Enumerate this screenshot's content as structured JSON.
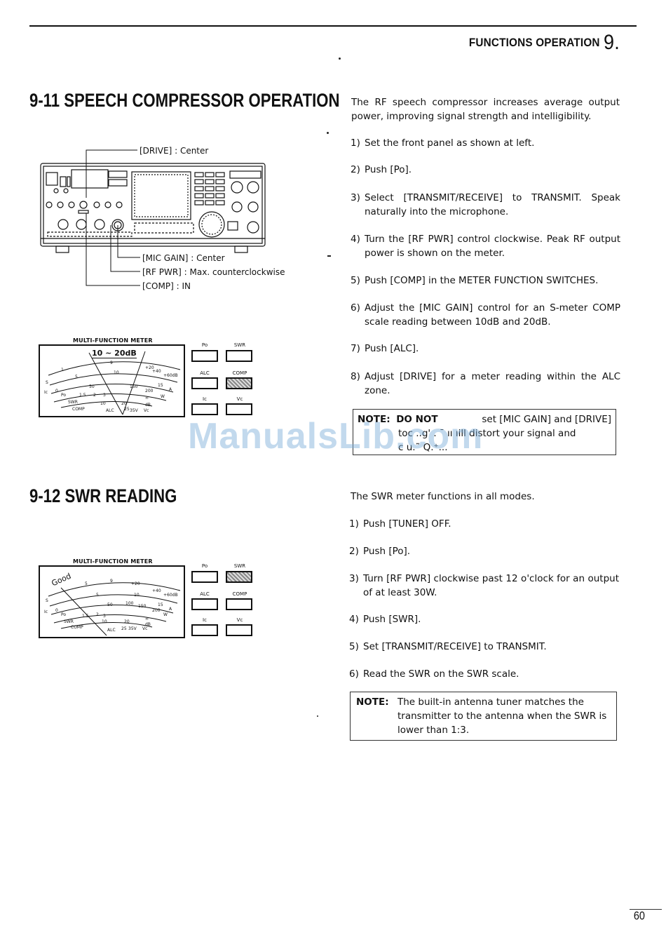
{
  "header": {
    "title": "FUNCTIONS OPERATION",
    "chapter": "9."
  },
  "section1": {
    "title": "9-11 SPEECH COMPRESSOR OPERATION",
    "intro": "The RF speech compressor increases average output power, improving signal strength and intelligibility.",
    "steps": [
      {
        "num": "1)",
        "text": "Set the front panel as shown at left."
      },
      {
        "num": "2)",
        "text": "Push [Po]."
      },
      {
        "num": "3)",
        "text": "Select [TRANSMIT/RECEIVE] to TRANSMIT. Speak naturally into the microphone."
      },
      {
        "num": "4)",
        "text": "Turn the [RF PWR] control clockwise. Peak RF output power is shown on the meter."
      },
      {
        "num": "5)",
        "text": "Push [COMP] in the METER FUNCTION SWITCHES."
      },
      {
        "num": "6)",
        "text": "Adjust the [MIC GAIN] control for an S-meter COMP scale reading between 10dB and 20dB."
      },
      {
        "num": "7)",
        "text": "Push [ALC]."
      },
      {
        "num": "8)",
        "text": "Adjust [DRIVE] for a meter reading within the ALC zone."
      }
    ],
    "note": {
      "label": "NOTE:",
      "bold_text": "DO NOT",
      "line1_rest": "set [MIC GAIN] and [DRIVE]",
      "line2": "toc ..g' . ¯ ıı ıill distort your signal and",
      "line3": "c u.˜ Q.⁺..."
    },
    "callouts": {
      "drive": "[DRIVE] : Center",
      "mic_gain": "[MIC GAIN] : Center",
      "rf_pwr": "[RF PWR] : Max. counterclockwise",
      "comp": "[COMP] : IN"
    },
    "meter": {
      "label": "MULTI-FUNCTION METER",
      "range_text": "10 ~ 20dB",
      "switches": [
        "Po",
        "SWR",
        "ALC",
        "COMP",
        "Ic",
        "Vc"
      ],
      "active_switch": "COMP"
    }
  },
  "section2": {
    "title": "9-12 SWR READING",
    "intro": "The SWR meter functions in all modes.",
    "steps": [
      {
        "num": "1)",
        "text": "Push [TUNER] OFF."
      },
      {
        "num": "2)",
        "text": "Push [Po]."
      },
      {
        "num": "3)",
        "text": "Turn [RF PWR] clockwise past 12 o'clock for an output of at least 30W."
      },
      {
        "num": "4)",
        "text": "Push [SWR]."
      },
      {
        "num": "5)",
        "text": "Set [TRANSMIT/RECEIVE] to TRANSMIT."
      },
      {
        "num": "6)",
        "text": "Read the SWR on the SWR scale."
      }
    ],
    "note": {
      "label": "NOTE:",
      "text": "The built-in antenna tuner matches the transmitter to the antenna when the SWR is lower than 1:3."
    },
    "meter": {
      "label": "MULTI-FUNCTION METER",
      "good_text": "Good",
      "switches": [
        "Po",
        "SWR",
        "ALC",
        "COMP",
        "Ic",
        "Vc"
      ],
      "active_switch": "SWR"
    }
  },
  "watermark": "ManualsLib.com",
  "page_number": "60"
}
